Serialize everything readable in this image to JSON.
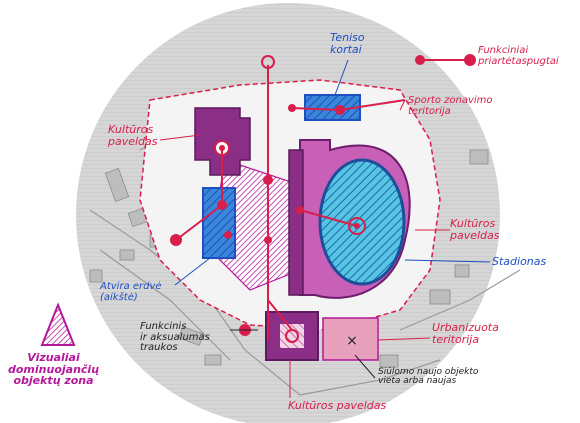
{
  "labels": {
    "teniso_kortai": "Teniso\nkortai",
    "funkciniai": "Funkciniai\npriartėtaspugtai",
    "kulturos_paveldas_left": "Kultūros\npaveldas",
    "atvira_erdve": "Atvira erdvė\n(aikštė)",
    "sporto_zonavimas": "Sporto zonavimo\nteritorija",
    "kulturos_paveldas_right": "Kultūros\npaveldas",
    "stadionas": "Stadionas",
    "funkcinis_aksualumas": "Funkcinis\nir aksualumas\ntraukos",
    "urbanizuota": "Urbanizuota\nteritorija",
    "siulomo_objekto": "Siūlomo naujo objekto\nvieta arba naujas",
    "kulturos_paveldas_bottom": "Kultūros paveldas",
    "vizualiai": "Vizualiai\ndominuojančių\nobjektų zona"
  },
  "colors": {
    "red": "#d81e4a",
    "blue": "#1d4fc0",
    "magenta": "#b4179a",
    "purple_fill": "#8a2e86",
    "blue_fill": "#2f7fd6",
    "cyan_fill": "#3bb6d9",
    "pink_fill": "#e7a1bd",
    "map_gray": "#d3d3d3"
  },
  "icons": {
    "building_symbol": "dot-target-icon",
    "triangle_zone": "hatched-triangle-icon"
  }
}
